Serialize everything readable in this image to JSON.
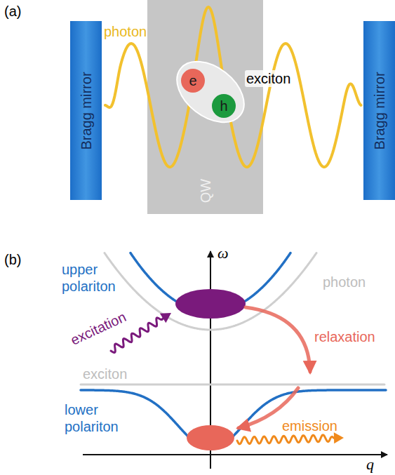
{
  "diagram": {
    "nodes": [
      {
        "text": [
          "Bragg mirror"
        ]
      },
      {
        "text": [
          "QW"
        ]
      },
      {
        "text": [
          "exciton"
        ],
        "in": 1
      },
      {
        "text": [
          "e"
        ],
        "in": 2
      },
      {
        "text": [
          "h"
        ],
        "in": 2
      },
      {
        "text": [
          "Bragg mirror"
        ]
      }
    ],
    "labels": [
      "(a)",
      "photon",
      "(b)",
      "ω",
      "upper polariton",
      "photon",
      "excitation",
      "relaxation",
      "exciton",
      "lower polariton",
      "emission",
      "q"
    ]
  }
}
